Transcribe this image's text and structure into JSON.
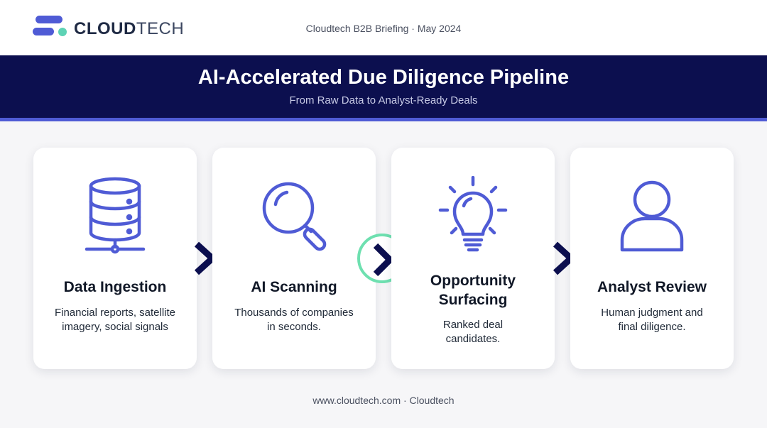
{
  "header": {
    "logo_bold": "CLOUD",
    "logo_light": "TECH",
    "briefing": "Cloudtech B2B Briefing · May 2024"
  },
  "banner": {
    "title": "AI-Accelerated Due Diligence Pipeline",
    "subtitle": "From Raw Data to Analyst-Ready Deals"
  },
  "steps": [
    {
      "icon": "database-icon",
      "title": "Data Ingestion",
      "desc_line1": "Financial reports, satellite",
      "desc_line2": "imagery, social signals"
    },
    {
      "icon": "magnifier-icon",
      "title": "AI Scanning",
      "desc_line1": "Thousands of companies",
      "desc_line2": "in seconds."
    },
    {
      "icon": "lightbulb-icon",
      "title_line1": "Opportunity",
      "title_line2": "Surfacing",
      "desc_line1": "Ranked deal",
      "desc_line2": "candidates."
    },
    {
      "icon": "user-icon",
      "title": "Analyst Review",
      "desc_line1": "Human judgment and",
      "desc_line2": "final diligence."
    }
  ],
  "footer": {
    "text": "www.cloudtech.com · Cloudtech"
  },
  "colors": {
    "banner_bg": "#0c0f4f",
    "accent": "#4f5bd5",
    "highlight": "#6ee0b0",
    "logo_teal": "#5ed3b5"
  }
}
